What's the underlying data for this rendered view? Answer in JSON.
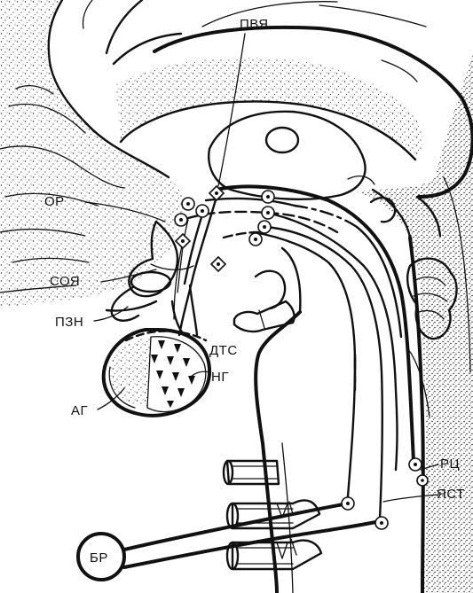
{
  "diagram": {
    "labels": {
      "pvya": "ПВЯ",
      "or": "ОР",
      "soya": "СОЯ",
      "pzn": "ПЗН",
      "dts": "ДТС",
      "ag": "АГ",
      "ng": "НГ",
      "rts": "РЦ",
      "yast": "ЯСТ",
      "br": "БР"
    }
  }
}
